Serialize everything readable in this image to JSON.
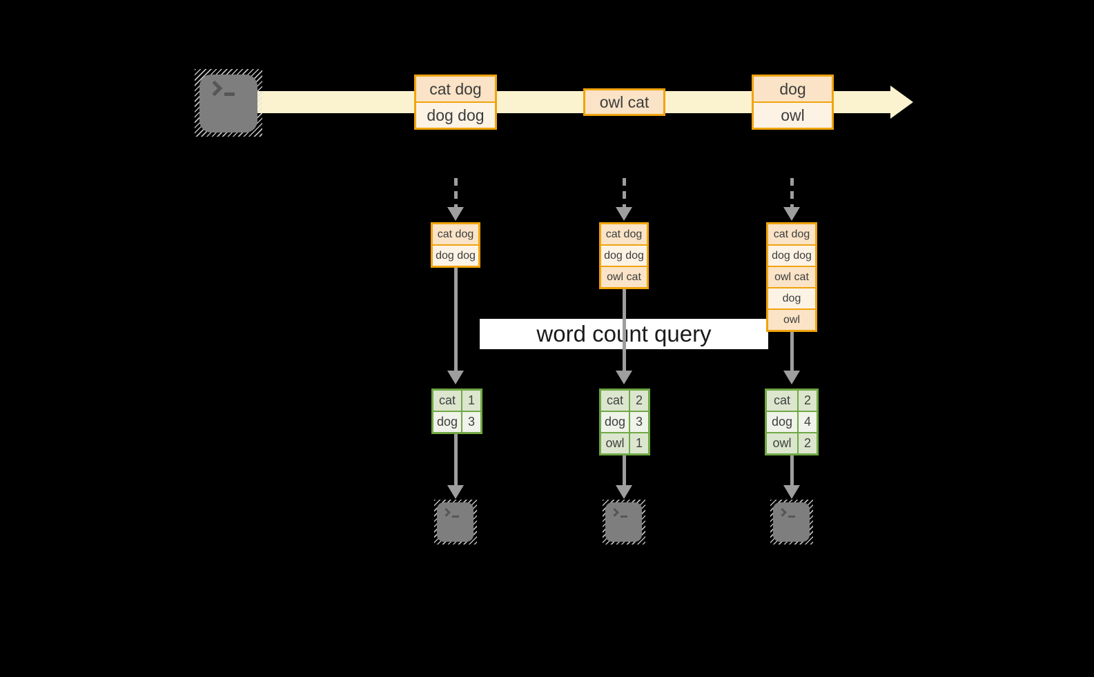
{
  "query": {
    "label": "word count query"
  },
  "stream": {
    "source_icon": "terminal-icon",
    "batches": [
      {
        "cells": [
          "cat dog",
          "dog dog"
        ]
      },
      {
        "cells": [
          "owl cat"
        ]
      },
      {
        "cells": [
          "dog",
          "owl"
        ]
      }
    ]
  },
  "columns": [
    {
      "micro_batch": [
        "cat dog",
        "dog dog"
      ],
      "counts": [
        {
          "word": "cat",
          "count": "1"
        },
        {
          "word": "dog",
          "count": "3"
        }
      ],
      "sink_icon": "terminal-icon"
    },
    {
      "micro_batch": [
        "cat dog",
        "dog dog",
        "owl cat"
      ],
      "counts": [
        {
          "word": "cat",
          "count": "2"
        },
        {
          "word": "dog",
          "count": "3"
        },
        {
          "word": "owl",
          "count": "1"
        }
      ],
      "sink_icon": "terminal-icon"
    },
    {
      "micro_batch": [
        "cat dog",
        "dog dog",
        "owl cat",
        "dog",
        "owl"
      ],
      "counts": [
        {
          "word": "cat",
          "count": "2"
        },
        {
          "word": "dog",
          "count": "4"
        },
        {
          "word": "owl",
          "count": "2"
        }
      ],
      "sink_icon": "terminal-icon"
    }
  ],
  "colors": {
    "background": "#000000",
    "stream_band": "#FBF2CF",
    "cell_peach": "#FAE3C6",
    "cell_cream": "#FDF3E5",
    "orange_border": "#F0A30C",
    "green_border": "#70A845",
    "green_row_dark": "#DCE6CE",
    "green_row_light": "#EFF3EA",
    "arrow_gray": "#9E9E9E",
    "terminal_gray": "#7E7E7E",
    "query_band": "#FFFFFF"
  }
}
